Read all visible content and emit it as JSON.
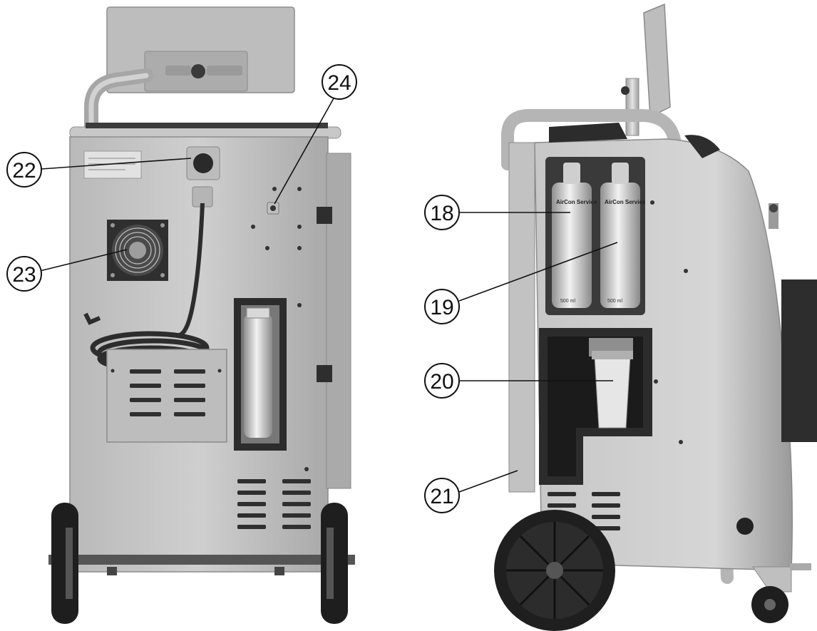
{
  "callouts": [
    {
      "id": "18",
      "label": "18"
    },
    {
      "id": "19",
      "label": "19"
    },
    {
      "id": "20",
      "label": "20"
    },
    {
      "id": "21",
      "label": "21"
    },
    {
      "id": "22",
      "label": "22"
    },
    {
      "id": "23",
      "label": "23"
    },
    {
      "id": "24",
      "label": "24"
    }
  ],
  "bottle_labels": {
    "brand": "AirCon Service",
    "volume_left": "500 ml",
    "volume_right": "500 ml"
  }
}
